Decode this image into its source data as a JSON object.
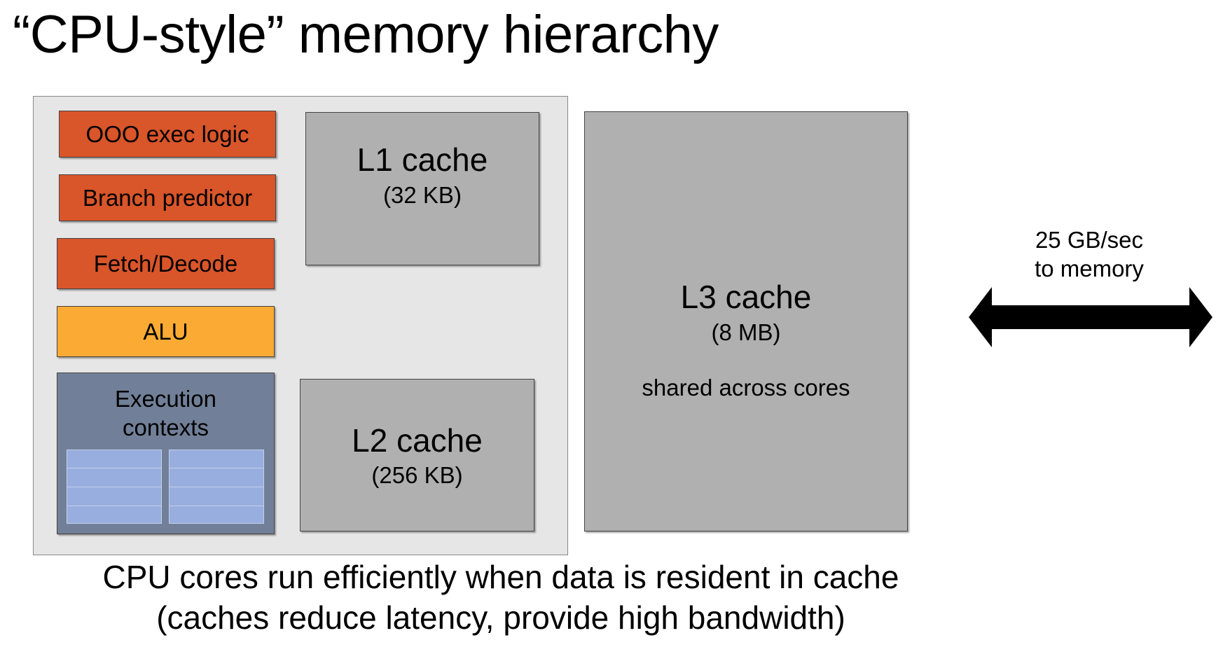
{
  "title": "“CPU-style” memory hierarchy",
  "core": {
    "ooo": "OOO exec logic",
    "branch": "Branch predictor",
    "fetch": "Fetch/Decode",
    "alu": "ALU",
    "exec_line1": "Execution",
    "exec_line2": "contexts"
  },
  "l1": {
    "name": "L1 cache",
    "size": "(32 KB)"
  },
  "l2": {
    "name": "L2 cache",
    "size": "(256 KB)"
  },
  "l3": {
    "name": "L3 cache",
    "size": "(8 MB)",
    "note": "shared across cores"
  },
  "bandwidth": {
    "line1": "25 GB/sec",
    "line2": "to memory"
  },
  "caption": {
    "line1": "CPU cores run efficiently when data is resident in cache",
    "line2": "(caches reduce latency, provide high bandwidth)"
  },
  "colors": {
    "orange": "#d9552a",
    "alu": "#fbab33",
    "exec_context": "#718098",
    "register": "#98aede",
    "cache": "#b0b0b0",
    "core_bg": "#e6e6e6"
  }
}
